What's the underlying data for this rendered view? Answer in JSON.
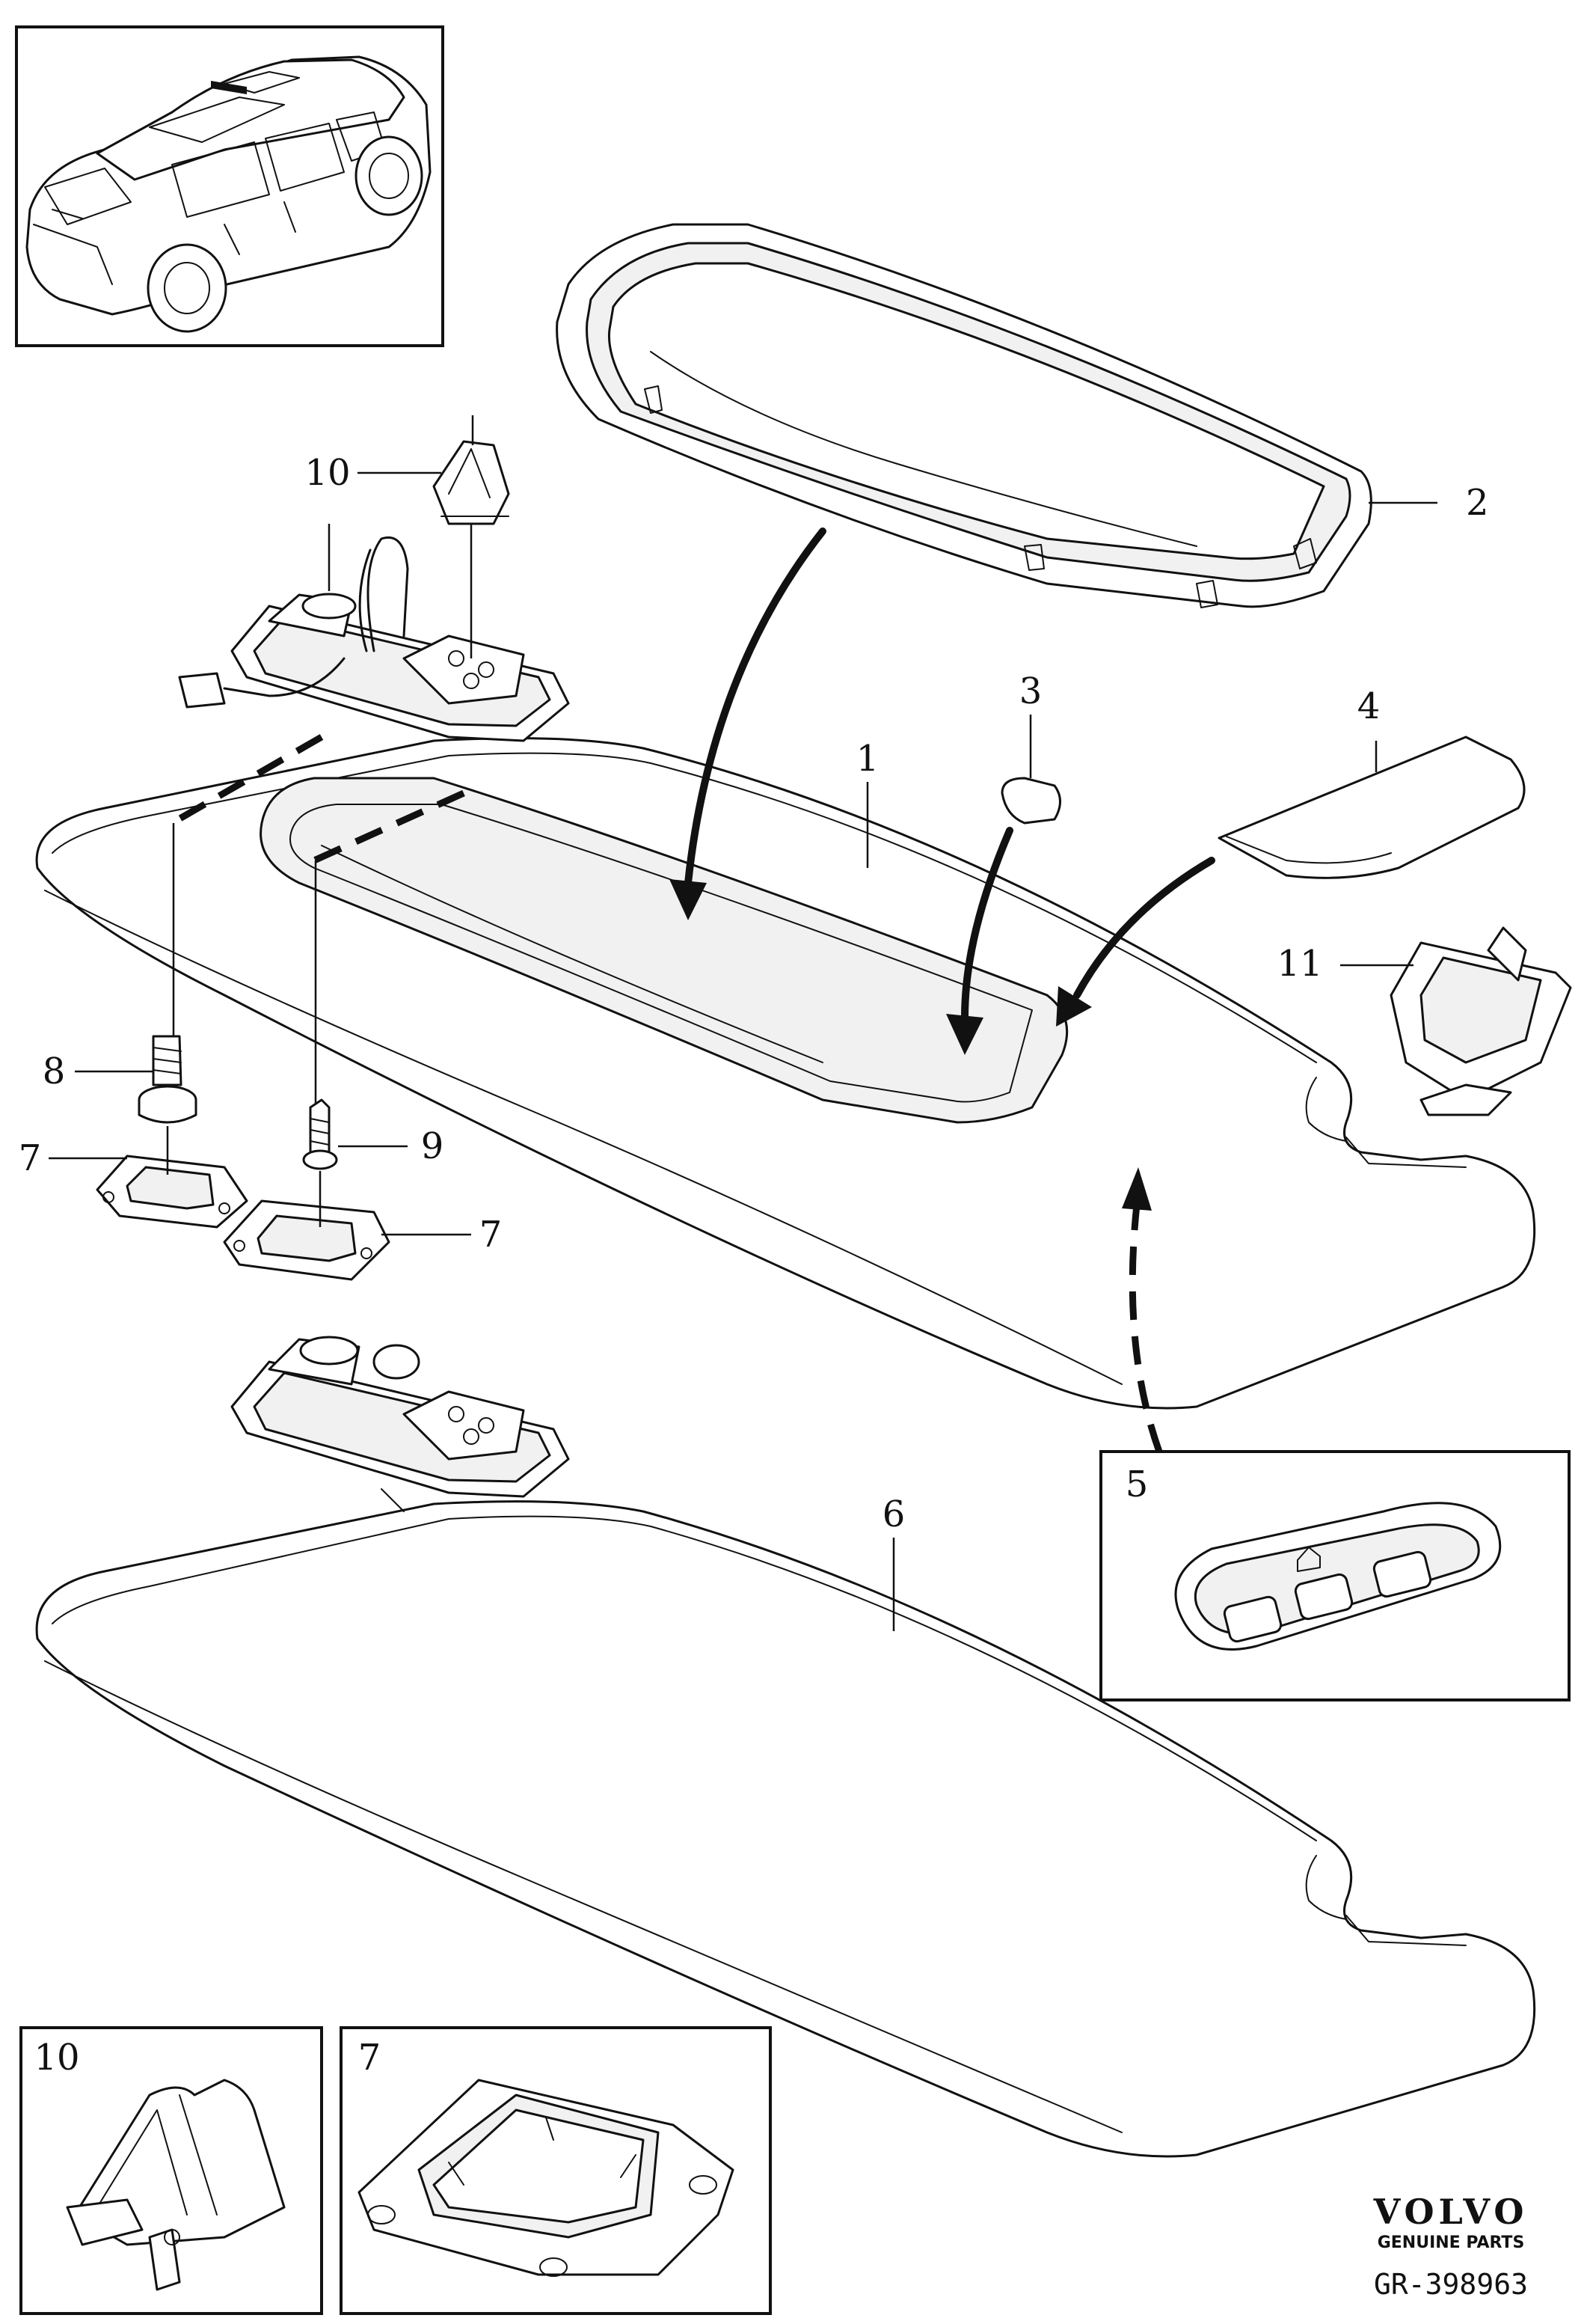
{
  "callouts": {
    "c1": "1",
    "c2": "2",
    "c3": "3",
    "c4": "4",
    "c5": "5",
    "c6": "6",
    "c7a": "7",
    "c7b": "7",
    "c7_inset": "7",
    "c8": "8",
    "c9": "9",
    "c10": "10",
    "c10_inset": "10",
    "c11": "11"
  },
  "brand": {
    "name": "VOLVO",
    "subtitle": "GENUINE PARTS",
    "drawing_number": "GR-398963"
  },
  "colors": {
    "line": "#111111",
    "background": "#ffffff"
  },
  "icons": [
    "car-locator-icon",
    "home-link-icon"
  ]
}
